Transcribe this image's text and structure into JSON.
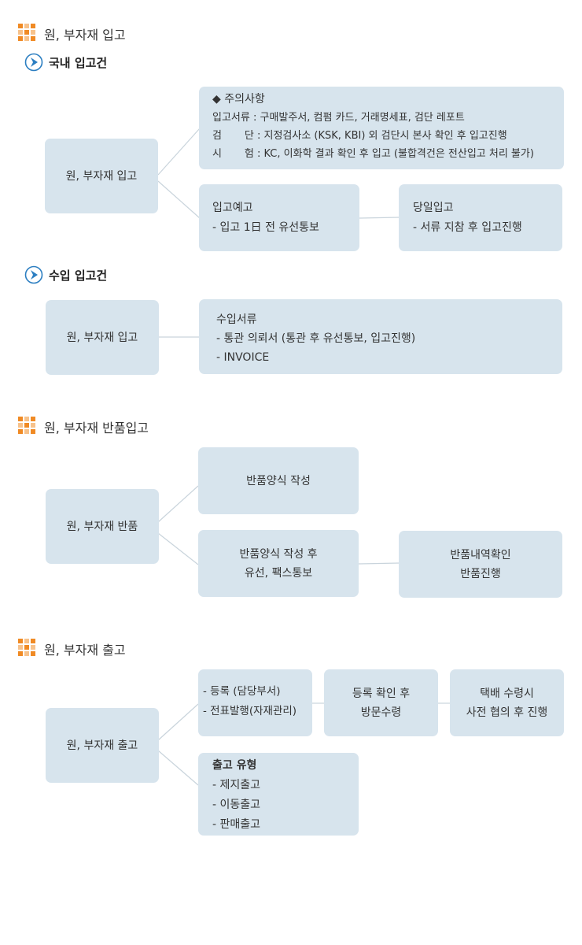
{
  "sections": {
    "domestic": {
      "title": "원, 부자재 입고",
      "subtitle": "국내 입고건",
      "root": "원, 부자재 입고",
      "notice_title": "◆ 주의사항",
      "notice_lines": [
        "입고서류 : 구매발주서, 컴펌 카드, 거래명세표, 검단 레포트",
        "검       단 : 지정검사소 (KSK, KBI) 외 검단시 본사 확인 후 입고진행",
        "시       험 : KC, 이화학 결과 확인 후 입고 (불합격건은 전산입고 처리 불가)"
      ],
      "advance": [
        "입고예고",
        "- 입고 1日 전 유선통보"
      ],
      "sameday": [
        "당일입고",
        "- 서류 지참 후 입고진행"
      ]
    },
    "import": {
      "subtitle": "수입 입고건",
      "root": "원, 부자재 입고",
      "docs": [
        "수입서류",
        "- 통관 의뢰서 (통관 후 유선통보, 입고진행)",
        "- INVOICE"
      ]
    },
    "returns": {
      "title": "원, 부자재 반품입고",
      "root": "원, 부자재 반품",
      "form": "반품양식 작성",
      "after": [
        "반품양식 작성 후",
        "유선, 팩스통보"
      ],
      "check": [
        "반품내역확인",
        "반품진행"
      ]
    },
    "outbound": {
      "title": "원, 부자재 출고",
      "root": "원, 부자재 출고",
      "register": [
        "- 등록 (담당부서)",
        "- 전표발행(자재관리)"
      ],
      "visit": [
        "등록 확인 후",
        "방문수령"
      ],
      "delivery": [
        "택배 수령시",
        "사전 협의 후 진행"
      ],
      "types": [
        "출고 유형",
        "- 제지출고",
        "- 이동출고",
        "- 판매출고"
      ]
    }
  },
  "colors": {
    "box": "#d7e4ed",
    "icon_orange": "#f08a24",
    "arrow_blue": "#2b7ec1"
  },
  "icons": {
    "section": "orange-checker-icon",
    "subsection": "blue-arrow-circle-icon"
  }
}
